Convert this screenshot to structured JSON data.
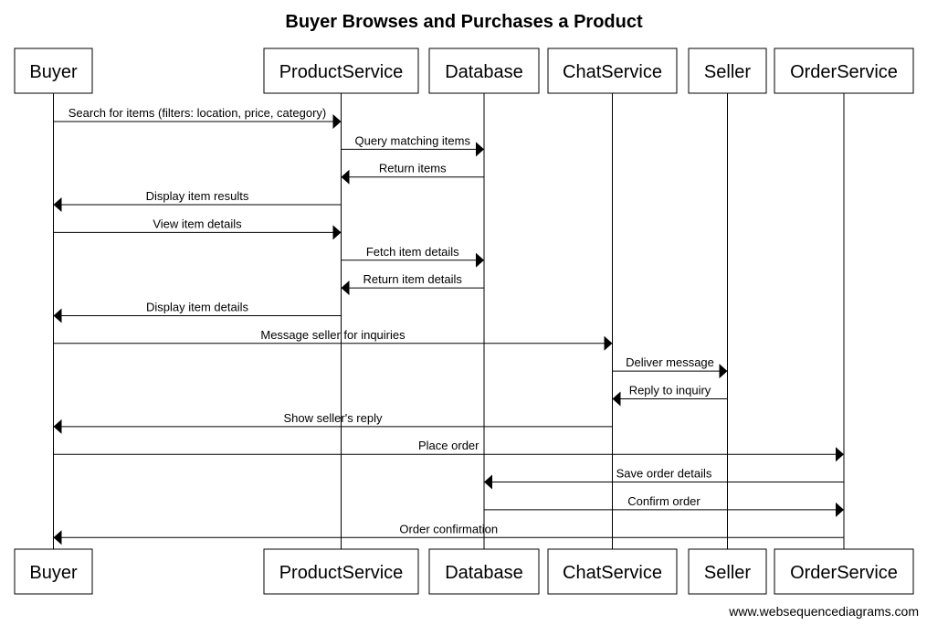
{
  "diagram": {
    "title": "Buyer Browses and Purchases a Product",
    "participants": [
      {
        "id": "buyer",
        "label": "Buyer"
      },
      {
        "id": "productservice",
        "label": "ProductService"
      },
      {
        "id": "database",
        "label": "Database"
      },
      {
        "id": "chatservice",
        "label": "ChatService"
      },
      {
        "id": "seller",
        "label": "Seller"
      },
      {
        "id": "orderservice",
        "label": "OrderService"
      }
    ],
    "messages": [
      {
        "from": "buyer",
        "to": "productservice",
        "label": "Search for items (filters: location, price, category)"
      },
      {
        "from": "productservice",
        "to": "database",
        "label": "Query matching items"
      },
      {
        "from": "database",
        "to": "productservice",
        "label": "Return items"
      },
      {
        "from": "productservice",
        "to": "buyer",
        "label": "Display item results"
      },
      {
        "from": "buyer",
        "to": "productservice",
        "label": "View item details"
      },
      {
        "from": "productservice",
        "to": "database",
        "label": "Fetch item details"
      },
      {
        "from": "database",
        "to": "productservice",
        "label": "Return item details"
      },
      {
        "from": "productservice",
        "to": "buyer",
        "label": "Display item details"
      },
      {
        "from": "buyer",
        "to": "chatservice",
        "label": "Message seller for inquiries"
      },
      {
        "from": "chatservice",
        "to": "seller",
        "label": "Deliver message"
      },
      {
        "from": "seller",
        "to": "chatservice",
        "label": "Reply to inquiry"
      },
      {
        "from": "chatservice",
        "to": "buyer",
        "label": "Show seller's reply"
      },
      {
        "from": "buyer",
        "to": "orderservice",
        "label": "Place order"
      },
      {
        "from": "orderservice",
        "to": "database",
        "label": "Save order details"
      },
      {
        "from": "database",
        "to": "orderservice",
        "label": "Confirm order"
      },
      {
        "from": "orderservice",
        "to": "buyer",
        "label": "Order confirmation"
      }
    ],
    "footer": "www.websequencediagrams.com"
  }
}
